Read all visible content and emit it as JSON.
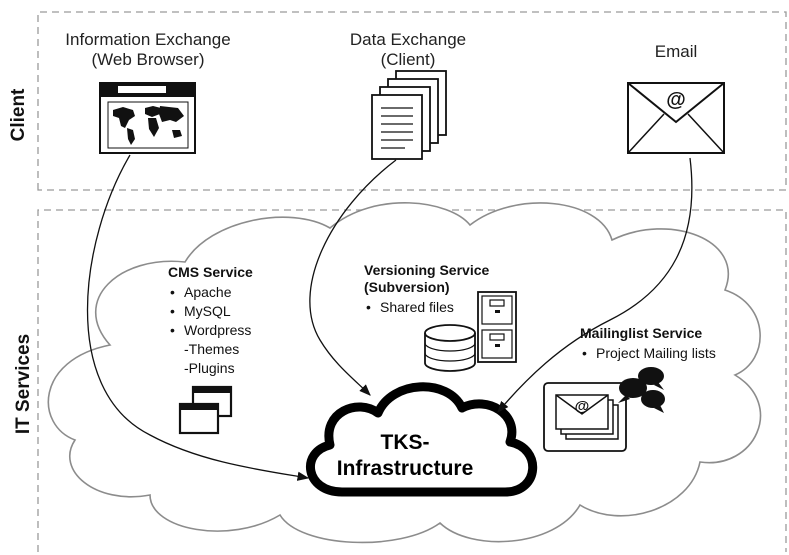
{
  "bands": {
    "client": "Client",
    "it_services": "IT Services"
  },
  "clients": {
    "browser": {
      "line1": "Information Exchange",
      "line2": "(Web Browser)"
    },
    "data_exchange": {
      "line1": "Data Exchange",
      "line2": "(Client)"
    },
    "email": {
      "line1": "Email",
      "glyph": "@"
    }
  },
  "services": {
    "cms": {
      "title": "CMS Service",
      "items": [
        "Apache",
        "MySQL",
        "Wordpress"
      ],
      "subitems": [
        "-Themes",
        "-Plugins"
      ]
    },
    "versioning": {
      "title_line1": "Versioning Service",
      "title_line2": "(Subversion)",
      "items": [
        "Shared files"
      ]
    },
    "mailinglist": {
      "title": "Mailinglist Service",
      "items": [
        "Project Mailing lists"
      ],
      "glyph": "@"
    }
  },
  "core": {
    "line1": "TKS-",
    "line2": "Infrastructure"
  },
  "icons": {
    "browser": "browser-world-map-icon",
    "documents": "document-stack-icon",
    "email": "envelope-icon",
    "cms": "windows-icon",
    "database": "database-icon",
    "cabinet": "file-cabinet-icon",
    "mail_stack": "mail-stack-icon",
    "chat": "chat-bubbles-icon",
    "core": "cloud-icon"
  }
}
